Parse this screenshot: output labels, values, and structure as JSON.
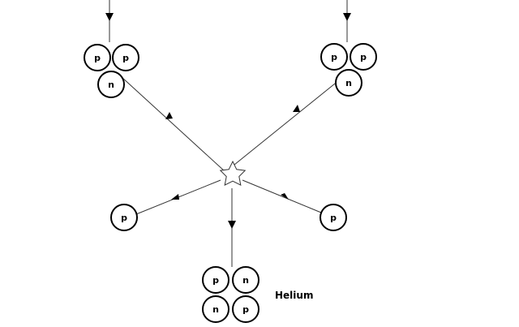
{
  "labels": {
    "proton": "p",
    "neutron": "n",
    "helium": "Helium"
  },
  "colors": {
    "stroke": "#000000",
    "line": "#333333",
    "fill": "#ffffff"
  }
}
